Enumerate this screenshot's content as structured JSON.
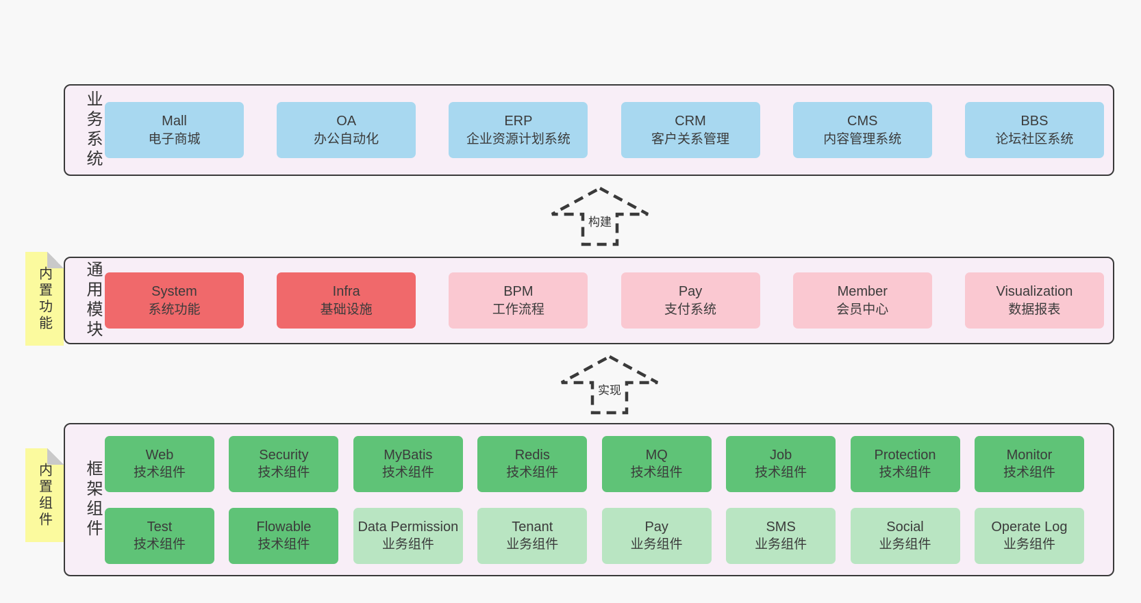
{
  "colors": {
    "page_bg": "#f8f8f8",
    "panel_bg": "#f8eef7",
    "panel_border": "#3a3a3a",
    "blue": "#a8d8f0",
    "red": "#f0696b",
    "pink": "#fac8d1",
    "green": "#5fc377",
    "light_green": "#b9e5c2",
    "note_bg": "#fbfa9e",
    "note_fold": "#c9c9c9",
    "text": "#3b3b3b"
  },
  "layers": {
    "business": {
      "label": "业务系统",
      "boxes": [
        {
          "name": "Mall",
          "desc": "电子商城",
          "variant": "blue"
        },
        {
          "name": "OA",
          "desc": "办公自动化",
          "variant": "blue"
        },
        {
          "name": "ERP",
          "desc": "企业资源计划系统",
          "variant": "blue"
        },
        {
          "name": "CRM",
          "desc": "客户关系管理",
          "variant": "blue"
        },
        {
          "name": "CMS",
          "desc": "内容管理系统",
          "variant": "blue"
        },
        {
          "name": "BBS",
          "desc": "论坛社区系统",
          "variant": "blue"
        }
      ]
    },
    "modules": {
      "label": "通用模块",
      "note": "内置功能",
      "boxes": [
        {
          "name": "System",
          "desc": "系统功能",
          "variant": "red"
        },
        {
          "name": "Infra",
          "desc": "基础设施",
          "variant": "red"
        },
        {
          "name": "BPM",
          "desc": "工作流程",
          "variant": "pink"
        },
        {
          "name": "Pay",
          "desc": "支付系统",
          "variant": "pink"
        },
        {
          "name": "Member",
          "desc": "会员中心",
          "variant": "pink"
        },
        {
          "name": "Visualization",
          "desc": "数据报表",
          "variant": "pink"
        }
      ]
    },
    "components": {
      "label": "框架组件",
      "note": "内置组件",
      "rows": [
        [
          {
            "name": "Web",
            "desc": "技术组件",
            "variant": "green"
          },
          {
            "name": "Security",
            "desc": "技术组件",
            "variant": "green"
          },
          {
            "name": "MyBatis",
            "desc": "技术组件",
            "variant": "green"
          },
          {
            "name": "Redis",
            "desc": "技术组件",
            "variant": "green"
          },
          {
            "name": "MQ",
            "desc": "技术组件",
            "variant": "green"
          },
          {
            "name": "Job",
            "desc": "技术组件",
            "variant": "green"
          },
          {
            "name": "Protection",
            "desc": "技术组件",
            "variant": "green"
          },
          {
            "name": "Monitor",
            "desc": "技术组件",
            "variant": "green"
          }
        ],
        [
          {
            "name": "Test",
            "desc": "技术组件",
            "variant": "green"
          },
          {
            "name": "Flowable",
            "desc": "技术组件",
            "variant": "green"
          },
          {
            "name": "Data Permission",
            "desc": "业务组件",
            "variant": "light_green"
          },
          {
            "name": "Tenant",
            "desc": "业务组件",
            "variant": "light_green"
          },
          {
            "name": "Pay",
            "desc": "业务组件",
            "variant": "light_green"
          },
          {
            "name": "SMS",
            "desc": "业务组件",
            "variant": "light_green"
          },
          {
            "name": "Social",
            "desc": "业务组件",
            "variant": "light_green"
          },
          {
            "name": "Operate Log",
            "desc": "业务组件",
            "variant": "light_green"
          }
        ]
      ]
    }
  },
  "arrows": [
    {
      "label": "构建"
    },
    {
      "label": "实现"
    }
  ]
}
